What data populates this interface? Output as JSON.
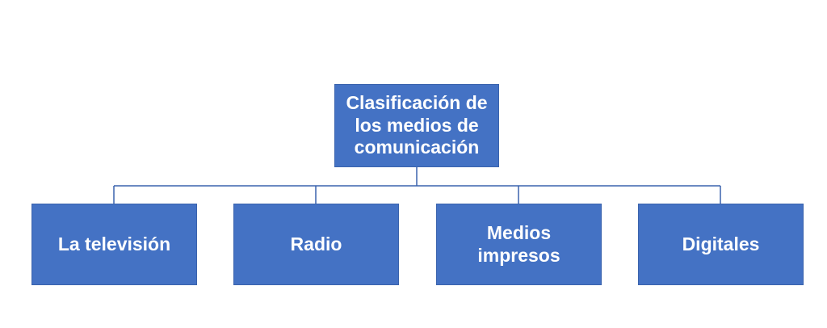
{
  "diagram": {
    "root": {
      "label": "Clasificación de\nlos medios de\ncomunicación"
    },
    "children": [
      {
        "label": "La televisión"
      },
      {
        "label": "Radio"
      },
      {
        "label": "Medios\nimpresos"
      },
      {
        "label": "Digitales"
      }
    ]
  },
  "colors": {
    "box_fill": "#4472c4",
    "box_text": "#ffffff",
    "connector": "#3a63ad",
    "background": "#ffffff"
  }
}
